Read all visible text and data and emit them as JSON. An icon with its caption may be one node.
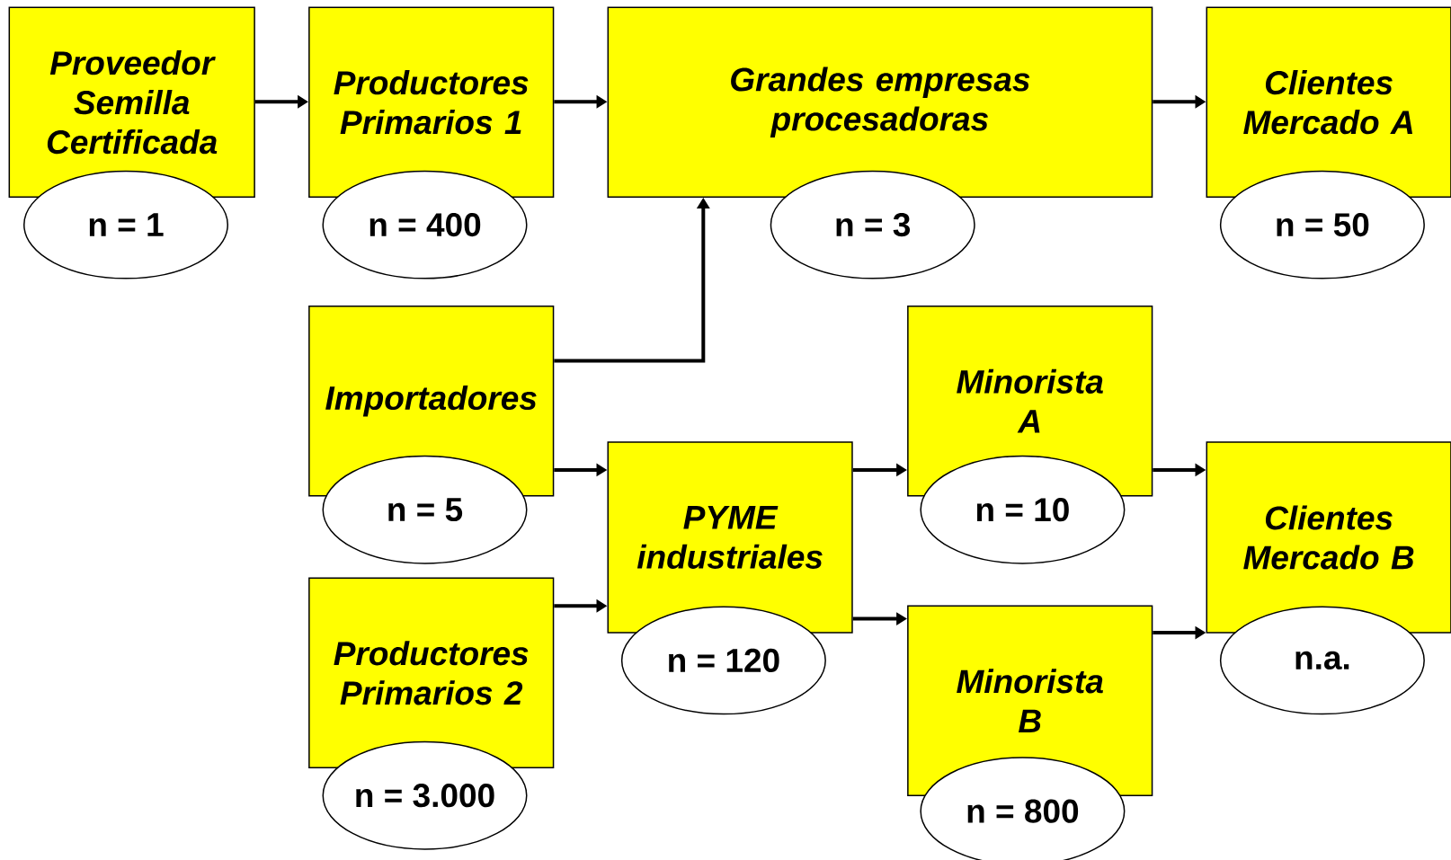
{
  "diagram": {
    "nodes": [
      {
        "text": [
          "Proveedor Semilla Certificada"
        ]
      },
      {
        "text": [
          "n = 1"
        ]
      },
      {
        "text": [
          "Productores Primarios 1"
        ]
      },
      {
        "text": [
          "n = 400"
        ]
      },
      {
        "text": [
          "Grandes empresas procesadoras"
        ]
      },
      {
        "text": [
          "n = 3"
        ]
      },
      {
        "text": [
          "Clientes Mercado A"
        ]
      },
      {
        "text": [
          "n = 50"
        ]
      },
      {
        "text": [
          "Importadores"
        ]
      },
      {
        "text": [
          "n = 5"
        ]
      },
      {
        "text": [
          "Minorista A"
        ]
      },
      {
        "text": [
          "n = 10"
        ]
      },
      {
        "text": [
          "PYME industriales"
        ]
      },
      {
        "text": [
          "n = 120"
        ]
      },
      {
        "text": [
          "Clientes Mercado B"
        ]
      },
      {
        "text": [
          "n.a."
        ]
      },
      {
        "text": [
          "Productores Primarios 2"
        ]
      },
      {
        "text": [
          "n = 3.000"
        ]
      },
      {
        "text": [
          "Minorista B"
        ]
      },
      {
        "text": [
          "n = 800"
        ]
      }
    ],
    "edges": [
      {
        "from": 0,
        "to": 2,
        "arrow": "to"
      },
      {
        "from": 2,
        "to": 4,
        "arrow": "to"
      },
      {
        "from": 4,
        "to": 6,
        "arrow": "to"
      },
      {
        "from": 8,
        "to": 4,
        "arrow": "to"
      },
      {
        "from": 8,
        "to": 12,
        "arrow": "to"
      },
      {
        "from": 16,
        "to": 12,
        "arrow": "to"
      },
      {
        "from": 12,
        "to": 10,
        "arrow": "to"
      },
      {
        "from": 12,
        "to": 18,
        "arrow": "to"
      },
      {
        "from": 10,
        "to": 14,
        "arrow": "to"
      },
      {
        "from": 18,
        "to": 14,
        "arrow": "to"
      }
    ]
  }
}
